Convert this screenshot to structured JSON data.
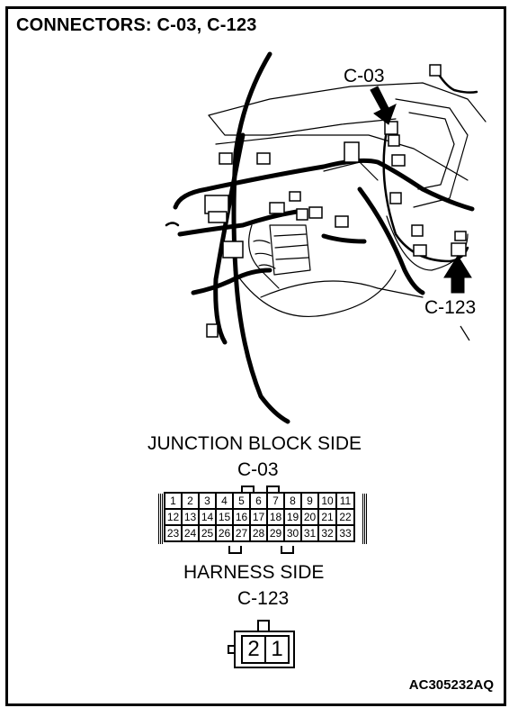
{
  "title": "CONNECTORS: C-03, C-123",
  "callouts": {
    "c03": "C-03",
    "c123": "C-123"
  },
  "junction": {
    "heading": "JUNCTION BLOCK SIDE",
    "connector": "C-03",
    "rows": [
      [
        "1",
        "2",
        "3",
        "4",
        "5",
        "6",
        "7",
        "8",
        "9",
        "10",
        "11"
      ],
      [
        "12",
        "13",
        "14",
        "15",
        "16",
        "17",
        "18",
        "19",
        "20",
        "21",
        "22"
      ],
      [
        "23",
        "24",
        "25",
        "26",
        "27",
        "28",
        "29",
        "30",
        "31",
        "32",
        "33"
      ]
    ]
  },
  "harness": {
    "heading": "HARNESS SIDE",
    "connector": "C-123",
    "pins": [
      "2",
      "1"
    ]
  },
  "figure_code": "AC305232AQ"
}
